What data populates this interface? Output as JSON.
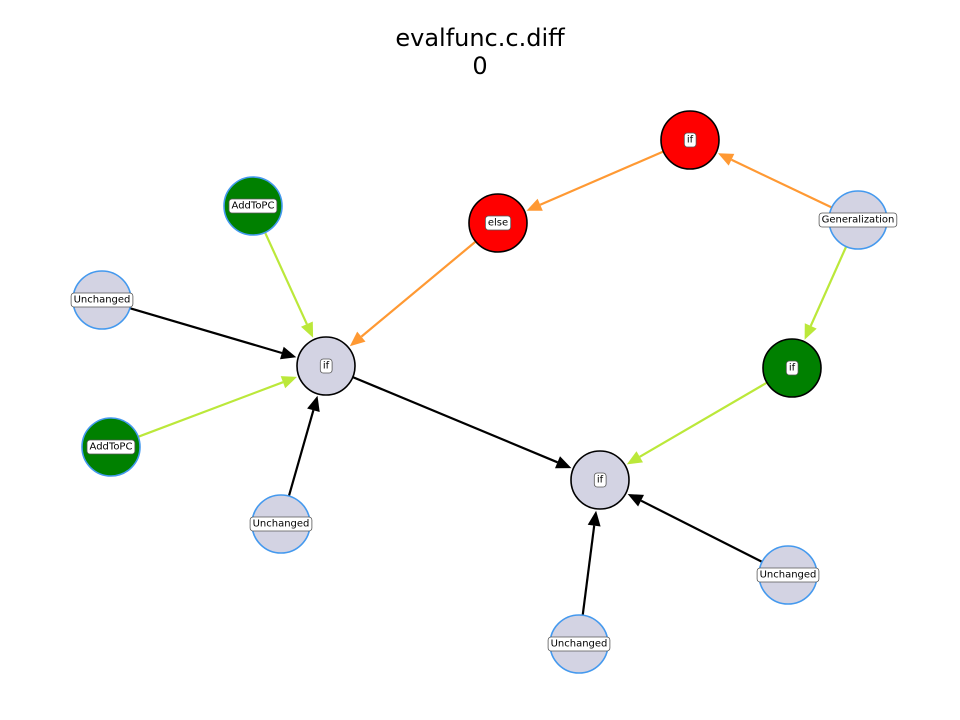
{
  "title": "evalfunc.c.diff",
  "subtitle": "0",
  "colors": {
    "gray_fill": "#d3d3e3",
    "blue_stroke": "#4499ee",
    "green_fill": "#008000",
    "red_fill": "#ff0000",
    "black_edge": "#000000",
    "orange_edge": "#ff9933",
    "lime_edge": "#bbe83a"
  },
  "nodes": [
    {
      "id": "if_center",
      "label": "if",
      "kind": "gray-black"
    },
    {
      "id": "if_right",
      "label": "if",
      "kind": "gray-black"
    },
    {
      "id": "if_red",
      "label": "if",
      "kind": "red"
    },
    {
      "id": "else_red",
      "label": "else",
      "kind": "red"
    },
    {
      "id": "if_green",
      "label": "if",
      "kind": "green-black"
    },
    {
      "id": "generalization",
      "label": "Generalization",
      "kind": "gray-blue"
    },
    {
      "id": "addtopc_top",
      "label": "AddToPC",
      "kind": "green-blue"
    },
    {
      "id": "addtopc_left",
      "label": "AddToPC",
      "kind": "green-blue"
    },
    {
      "id": "unchanged_left",
      "label": "Unchanged",
      "kind": "gray-blue"
    },
    {
      "id": "unchanged_bottom_left",
      "label": "Unchanged",
      "kind": "gray-blue"
    },
    {
      "id": "unchanged_bottom",
      "label": "Unchanged",
      "kind": "gray-blue"
    },
    {
      "id": "unchanged_right",
      "label": "Unchanged",
      "kind": "gray-blue"
    }
  ],
  "edges": [
    {
      "from": "generalization",
      "to": "if_red",
      "color": "orange"
    },
    {
      "from": "if_red",
      "to": "else_red",
      "color": "orange"
    },
    {
      "from": "else_red",
      "to": "if_center",
      "color": "orange"
    },
    {
      "from": "generalization",
      "to": "if_green",
      "color": "lime"
    },
    {
      "from": "if_green",
      "to": "if_right",
      "color": "lime"
    },
    {
      "from": "addtopc_top",
      "to": "if_center",
      "color": "lime"
    },
    {
      "from": "addtopc_left",
      "to": "if_center",
      "color": "lime"
    },
    {
      "from": "unchanged_left",
      "to": "if_center",
      "color": "black"
    },
    {
      "from": "unchanged_bottom_left",
      "to": "if_center",
      "color": "black"
    },
    {
      "from": "if_center",
      "to": "if_right",
      "color": "black"
    },
    {
      "from": "unchanged_bottom",
      "to": "if_right",
      "color": "black"
    },
    {
      "from": "unchanged_right",
      "to": "if_right",
      "color": "black"
    }
  ]
}
